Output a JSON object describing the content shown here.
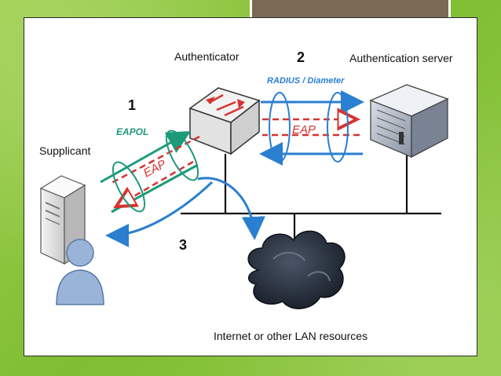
{
  "diagram": {
    "nodes": {
      "authenticator": "Authenticator",
      "authentication_server": "Authentication server",
      "supplicant": "Supplicant",
      "internet": "Internet or other LAN resources"
    },
    "steps": {
      "step1": "1",
      "step2": "2",
      "step3": "3"
    },
    "protocols": {
      "eapol": "EAPOL",
      "radius": "RADIUS / Diameter",
      "eap_left": "EAP",
      "eap_right": "EAP"
    }
  },
  "colors": {
    "background_green": "#8cc63f",
    "header_tab": "#7a6a55",
    "eapol_teal": "#1d9a7a",
    "radius_blue": "#2a7fd0",
    "eap_red": "#d6332f",
    "network_line": "#111111"
  }
}
